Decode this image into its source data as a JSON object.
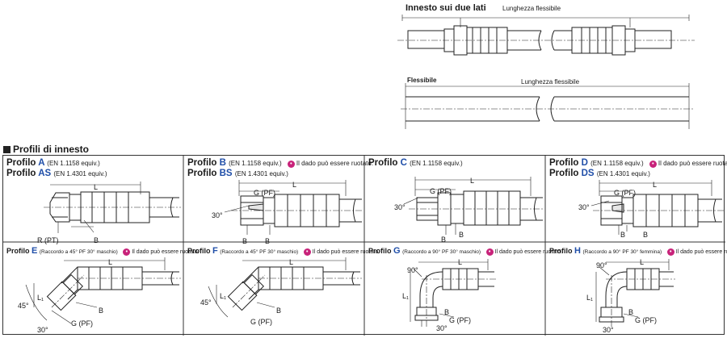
{
  "top": {
    "both_sides_title": "Innesto sui due lati",
    "flexible_title": "Flessibile",
    "flexible_length": "Lunghezza flessibile"
  },
  "section_title": "Profili di innesto",
  "labels": {
    "L": "L",
    "B": "B",
    "G_PF": "G (PF)",
    "R_PT": "R (PT)",
    "L1": "L₁",
    "angle30": "30°",
    "angle45": "45°",
    "angle90": "90°"
  },
  "warning_text": "Il dado può essere ruotato.",
  "profiles": {
    "a": {
      "word": "Profilo",
      "code1": "A",
      "note1": "(EN 1.1158 equiv.)",
      "code2": "AS",
      "note2": "(EN 1.4301 equiv.)"
    },
    "b": {
      "word": "Profilo",
      "code1": "B",
      "note1": "(EN 1.1158 equiv.)",
      "code2": "BS",
      "note2": "(EN 1.4301 equiv.)"
    },
    "c": {
      "word": "Profilo",
      "code1": "C",
      "note1": "(EN 1.1158 equiv.)"
    },
    "d": {
      "word": "Profilo",
      "code1": "D",
      "note1": "(EN 1.1158 equiv.)",
      "code2": "DS",
      "note2": "(EN 1.4301 equiv.)"
    },
    "e": {
      "word": "Profilo",
      "code": "E",
      "note": "(Raccordo a 45° PF 30° maschio)"
    },
    "f": {
      "word": "Profilo",
      "code": "F",
      "note": "(Raccordo a 45° PF 30° maschio)"
    },
    "g": {
      "word": "Profilo",
      "code": "G",
      "note": "(Raccordo a 90° PF 30° maschio)"
    },
    "h": {
      "word": "Profilo",
      "code": "H",
      "note": "(Raccordo a 90° PF 30° femmina)"
    }
  }
}
